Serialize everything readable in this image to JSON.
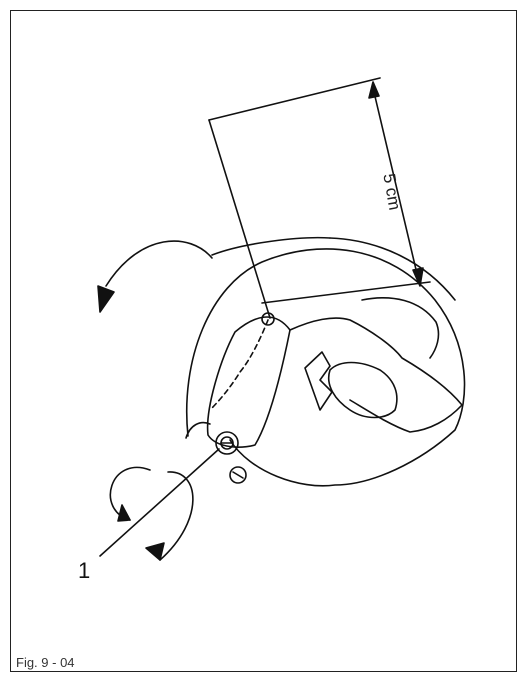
{
  "figure": {
    "caption": "Fig. 9 - 04",
    "dimension_label": "5 cm",
    "callout_number": "1"
  }
}
